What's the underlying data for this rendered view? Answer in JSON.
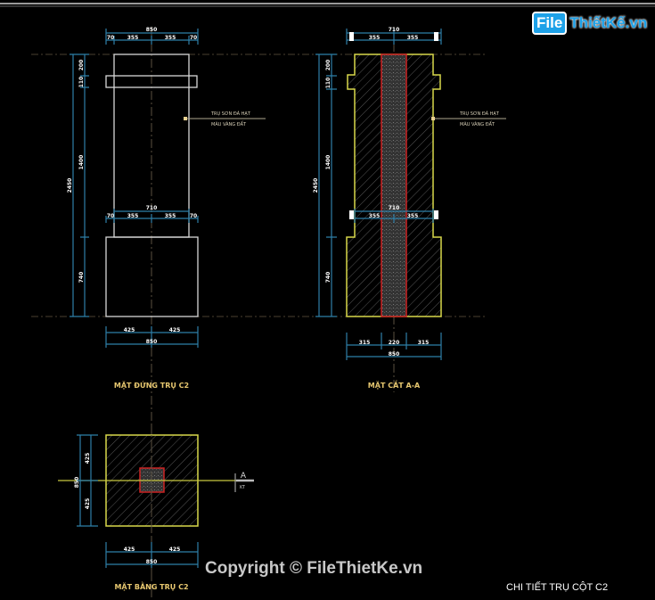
{
  "logo": {
    "part1": "File",
    "part2": "ThiếtKế.vn"
  },
  "copyright": "Copyright © FileThietKe.vn",
  "sheet_title": "CHI TIẾT TRỤ CỘT C2",
  "elevation": {
    "title": "MẶT ĐỨNG TRỤ C2",
    "note_line1": "TRỤ SƠN ĐÁ HẠT",
    "note_line2": "MÀU VÀNG ĐẤT",
    "dim_top_total": "850",
    "dim_top_parts": [
      "70",
      "355",
      "355",
      "70"
    ],
    "dim_mid_total": "710",
    "dim_mid_parts": [
      "70",
      "355",
      "355",
      "70"
    ],
    "dim_bottom_parts": [
      "425",
      "425"
    ],
    "dim_bottom_total": "850",
    "dim_left_total": "2450",
    "dim_left_parts": [
      "200",
      "110",
      "1400",
      "740"
    ]
  },
  "section": {
    "title": "MẶT CẮT A-A",
    "note_line1": "TRỤ SƠN ĐÁ HẠT",
    "note_line2": "MÀU VÀNG ĐẤT",
    "dim_top_total": "710",
    "dim_top_parts": [
      "355",
      "355"
    ],
    "dim_mid_total": "710",
    "dim_mid_parts": [
      "355",
      "355"
    ],
    "dim_bottom_parts": [
      "315",
      "220",
      "315"
    ],
    "dim_bottom_total": "850",
    "dim_left_total": "2450",
    "dim_left_parts": [
      "200",
      "110",
      "1400",
      "740"
    ]
  },
  "plan": {
    "title": "MẶT BẰNG TRỤ C2",
    "section_mark": "A",
    "section_sheet": "KT",
    "dim_left_total": "850",
    "dim_left_parts": [
      "425",
      "425"
    ],
    "dim_bottom_parts": [
      "425",
      "425"
    ],
    "dim_bottom_total": "850"
  },
  "colors": {
    "dimension": "#2e7fa8",
    "outline": "#d8d84a",
    "core": "#cc2222",
    "title": "#e8c870"
  }
}
